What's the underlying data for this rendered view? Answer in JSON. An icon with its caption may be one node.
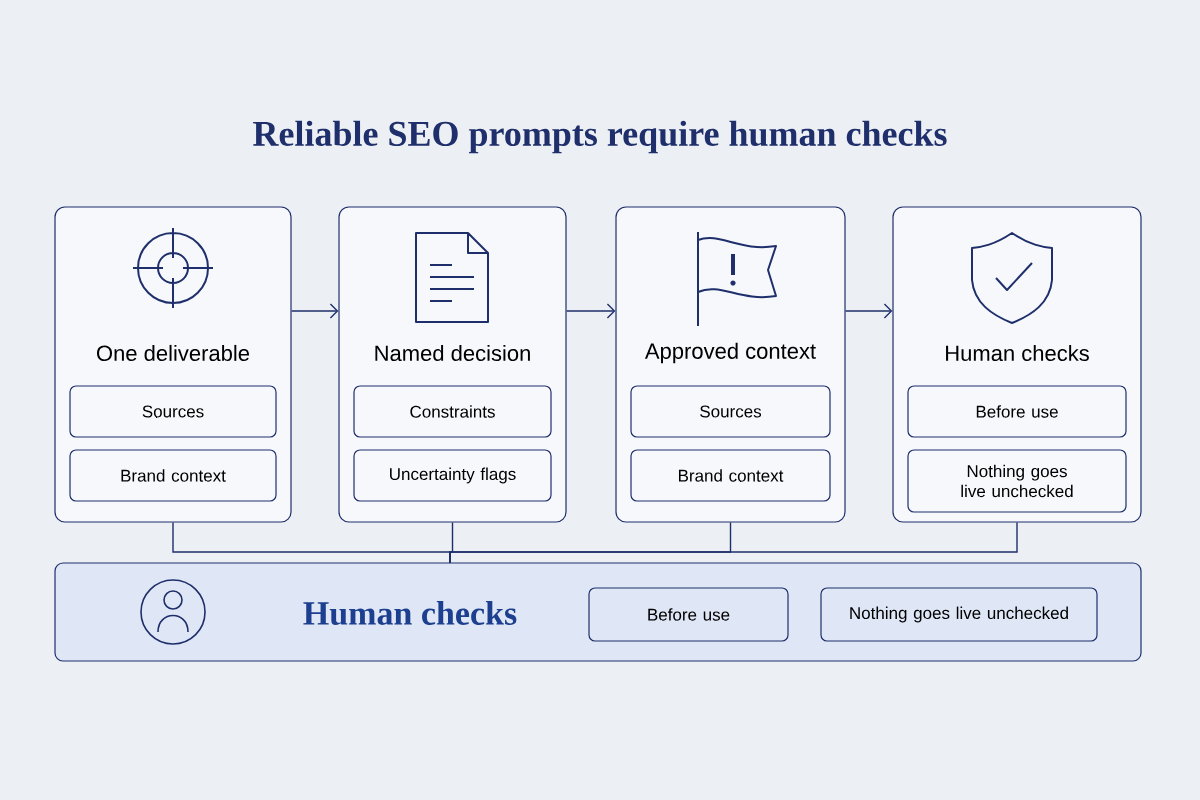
{
  "diagram": {
    "title": "Reliable SEO prompts require human checks",
    "nodes": [
      {
        "text": [
          "One deliverable"
        ]
      },
      {
        "text": [
          "Sources"
        ],
        "in": 0
      },
      {
        "text": [
          "Brand context"
        ],
        "in": 0
      },
      {
        "text": [
          "Named decision"
        ]
      },
      {
        "text": [
          "Constraints"
        ],
        "in": 3
      },
      {
        "text": [
          "Uncertainty flags"
        ],
        "in": 3
      },
      {
        "text": [
          "Approved context"
        ]
      },
      {
        "text": [
          "Sources"
        ],
        "in": 6
      },
      {
        "text": [
          "Brand context"
        ],
        "in": 6
      },
      {
        "text": [
          "Human checks"
        ]
      },
      {
        "text": [
          "Before use"
        ],
        "in": 9
      },
      {
        "text": [
          "Nothing goes live unchecked"
        ],
        "in": 9
      },
      {
        "text": [
          "Human checks"
        ]
      },
      {
        "text": [
          "Before use"
        ],
        "in": 12
      },
      {
        "text": [
          "Nothing goes live unchecked"
        ],
        "in": 12
      }
    ],
    "edges": [
      {
        "from": 0,
        "to": 3,
        "arrow": "to"
      },
      {
        "from": 3,
        "to": 6,
        "arrow": "to"
      },
      {
        "from": 6,
        "to": 9,
        "arrow": "to"
      },
      {
        "from": 0,
        "to": 12,
        "arrow": "none"
      },
      {
        "from": 3,
        "to": 12,
        "arrow": "none"
      },
      {
        "from": 6,
        "to": 12,
        "arrow": "none"
      },
      {
        "from": 9,
        "to": 12,
        "arrow": "none"
      }
    ]
  }
}
